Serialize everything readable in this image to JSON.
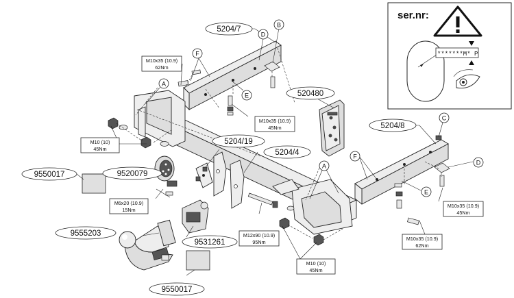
{
  "parts": {
    "bracket_left": "5204/7",
    "bracket_right": "5204/8",
    "bracket_mid": "5204/19",
    "crossbar": "5204/4",
    "socket_plate": "520480",
    "electric_socket": "9520079",
    "electric_block_top": "9550017",
    "electric_block_bottom": "9550017",
    "tow_ball": "9555203",
    "ball_lock": "9531261"
  },
  "letters": {
    "a_left": "A",
    "a_right": "A",
    "b": "B",
    "c": "C",
    "d_left": "D",
    "d_right": "D",
    "e_left": "E",
    "e_right": "E",
    "f_left": "F",
    "f_right": "F"
  },
  "specs": {
    "left_top": {
      "bolt": "M10x35 (10.9)",
      "torque": "62Nm"
    },
    "left_mid": {
      "bolt": "M10x35 (10.9)",
      "torque": "45Nm"
    },
    "left_m10": {
      "bolt": "M10 (10)",
      "torque": "45Nm"
    },
    "socket_screw": {
      "bolt": "M6x20 (10.9)",
      "torque": "15Nm"
    },
    "center_bolt": {
      "bolt": "M12x90 (10.9)",
      "torque": "95Nm"
    },
    "bottom_m10": {
      "bolt": "M10 (10)",
      "torque": "45Nm"
    },
    "right_mid": {
      "bolt": "M10x35 (10.9)",
      "torque": "45Nm"
    },
    "right_low": {
      "bolt": "M10x35 (10.9)",
      "torque": "62Nm"
    }
  },
  "warning": {
    "label": "ser.nr:",
    "icon": "warning-triangle-icon",
    "serial": "*******M* P"
  },
  "colors": {
    "line": "#222222",
    "steel": "#eeeeee",
    "background": "#ffffff"
  }
}
